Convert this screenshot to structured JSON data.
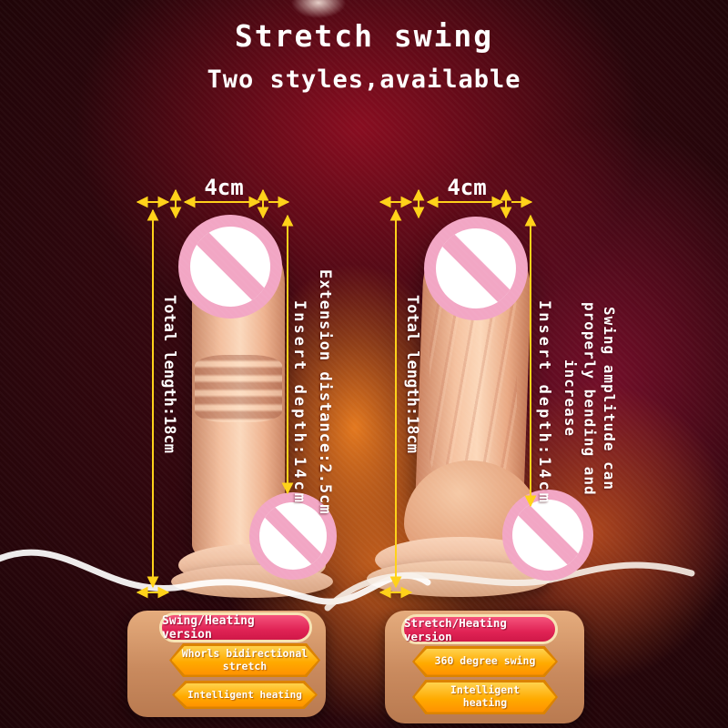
{
  "header": {
    "title": "Stretch swing",
    "subtitle": "Two styles,available"
  },
  "left_product": {
    "width_label": "4cm",
    "total_length_label": "Total length:18cm",
    "insert_depth_label": "Insert depth:14cm",
    "extension_label": "Extension distance:2.5cm",
    "version_badge": "Swing/Heating version",
    "features": [
      "Whorls bidirectional stretch",
      "Intelligent heating"
    ]
  },
  "right_product": {
    "width_label": "4cm",
    "total_length_label": "Total length:18cm",
    "insert_depth_label": "Insert depth:14cm",
    "swing_note": "Swing amplitude can properly bending and increase",
    "version_badge": "Stretch/Heating version",
    "features": [
      "360 degree swing",
      "Intelligent heating"
    ]
  },
  "colors": {
    "dimension_yellow": "#FFD21A",
    "version_badge_pink": "#E02355",
    "feature_banner_gold": "#FFAA00",
    "panel_tan": "#C98A5E",
    "censor_ring_pink": "#F2A6C4",
    "background_red": "#400812",
    "center_glow_orange": "#EC7E20"
  }
}
